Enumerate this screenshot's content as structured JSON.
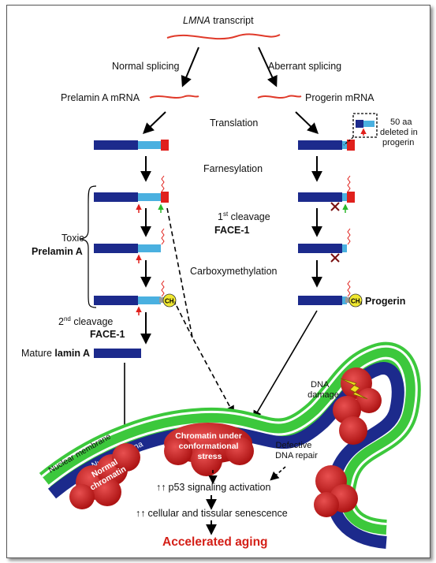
{
  "transcript": {
    "gene": "LMNA",
    "suffix": " transcript"
  },
  "splicing": {
    "normal": "Normal splicing",
    "aberrant": "Aberrant splicing"
  },
  "mrna": {
    "left": "Prelamin A mRNA",
    "right": "Progerin mRNA"
  },
  "steps": {
    "translation": "Translation",
    "farnesylation": "Farnesylation",
    "first_cleavage_num": "1",
    "first_cleavage_sup": "st",
    "first_cleavage_word": " cleavage",
    "face1": "FACE-1",
    "carboxymethylation": "Carboxymethylation",
    "second_cleavage_num": "2",
    "second_cleavage_sup": "nd",
    "second_cleavage_word": " cleavage",
    "face1_b": "FACE-1"
  },
  "deletion_note": [
    "50 aa",
    "deleted in",
    "progerin"
  ],
  "toxic": {
    "line1": "Toxic",
    "line2": "Prelamin A"
  },
  "mature": {
    "prefix": "Mature ",
    "bold": "lamin A"
  },
  "progerin_label": "Progerin",
  "methyl": {
    "ch": "CH",
    "sub": "3"
  },
  "nucleus": {
    "nuclear_membrane": "Nuclear membrane",
    "nuclear_lamina": "Nuclear lamina",
    "normal_chromatin": [
      "Normal",
      "chromatin"
    ],
    "stressed_chromatin": [
      "Chromatin under",
      "conformational",
      "stress"
    ],
    "dna_damage": [
      "DNA",
      "damage"
    ],
    "defective_repair": [
      "Defective",
      "DNA repair"
    ]
  },
  "outcomes": {
    "p53": "p53 signaling activation",
    "senescence": "cellular and tissular senescence",
    "aging": "Accelerated aging",
    "up_arrows": "↑↑"
  },
  "colors": {
    "protein_dark": "#1c2a8c",
    "protein_light": "#4ab0e0",
    "cterm_red": "#e0201c",
    "mrna_red": "#e03a2a",
    "membrane_green": "#3cc83c",
    "lamina_blue": "#1c2a8c",
    "chromatin_red": "#c81818",
    "methyl_yellow": "#f0e830",
    "aging_red": "#d42018"
  }
}
